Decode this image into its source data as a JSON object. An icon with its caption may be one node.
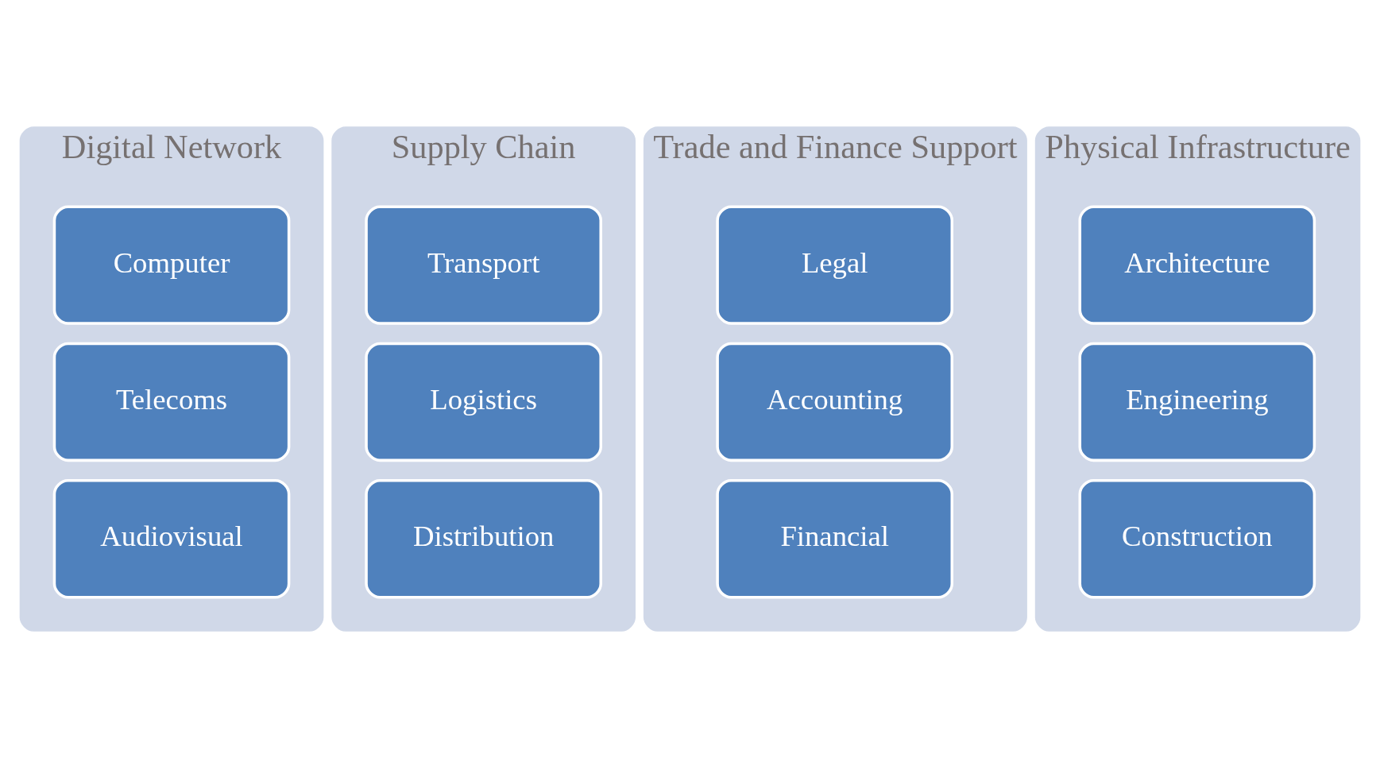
{
  "diagram": {
    "nodes": [
      {
        "text": [
          "Digital Network"
        ]
      },
      {
        "text": [
          "Computer"
        ],
        "in": 0
      },
      {
        "text": [
          "Telecoms"
        ],
        "in": 0
      },
      {
        "text": [
          "Audiovisual"
        ],
        "in": 0
      },
      {
        "text": [
          "Supply Chain"
        ]
      },
      {
        "text": [
          "Transport"
        ],
        "in": 4
      },
      {
        "text": [
          "Logistics"
        ],
        "in": 4
      },
      {
        "text": [
          "Distribution"
        ],
        "in": 4
      },
      {
        "text": [
          "Trade and Finance Support"
        ]
      },
      {
        "text": [
          "Legal"
        ],
        "in": 8
      },
      {
        "text": [
          "Accounting"
        ],
        "in": 8
      },
      {
        "text": [
          "Financial"
        ],
        "in": 8
      },
      {
        "text": [
          "Physical Infrastructure"
        ]
      },
      {
        "text": [
          "Architecture"
        ],
        "in": 12
      },
      {
        "text": [
          "Engineering"
        ],
        "in": 12
      },
      {
        "text": [
          "Construction"
        ],
        "in": 12
      }
    ],
    "edges": []
  }
}
